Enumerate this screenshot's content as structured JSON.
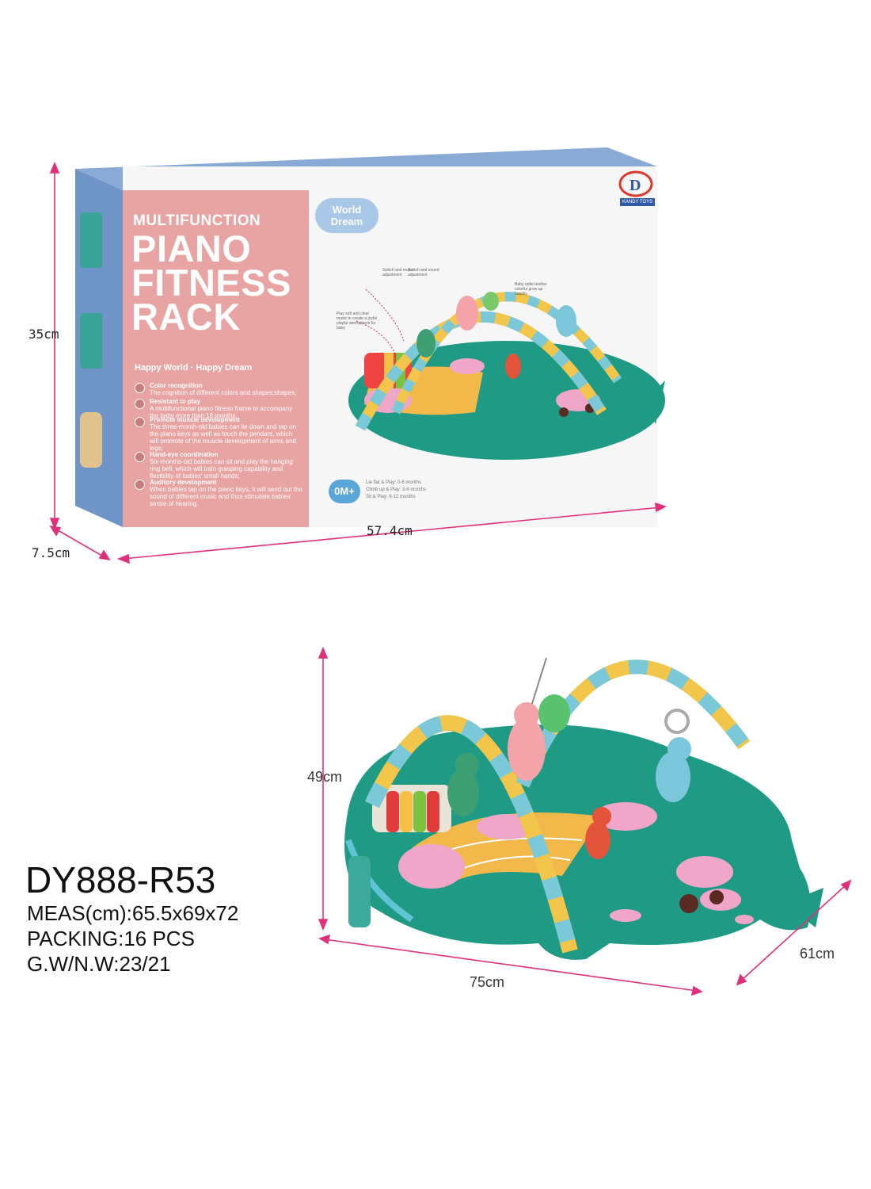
{
  "box": {
    "subtitle": "MULTIFUNCTION",
    "title_lines": [
      "PIANO",
      "FITNESS",
      "RACK"
    ],
    "badge": [
      "World",
      "Dream"
    ],
    "tagline": "Happy World · Happy Dream",
    "features": [
      {
        "title": "Color recognition",
        "desc": "The cognition of different colors and shapes;shapes;"
      },
      {
        "title": "Resistant to play",
        "desc": "A multifunctional piano fitness frame to accompany the baby more than 18 months;"
      },
      {
        "title": "Promote muscle development",
        "desc": "The three-month-old babies can lie down and tap on the piano keys as well as touch the pendant, which will promote of the muscle development of arms and legs;"
      },
      {
        "title": "Hand-eye coordination",
        "desc": "Six-months-old babies can sit and play the hanging ring bell, which will train grasping capability and flexibility of babies' small hands;"
      },
      {
        "title": "Auditory development",
        "desc": "When babies tap on the piano keys, it will send out the sound of different music and thus stimulate babies' sense of hearing."
      }
    ],
    "age_badge": "0M+",
    "age_stages": [
      "Lie flat & Play: 0-6 months",
      "Climb up & Play: 3-6 months",
      "Sit & Play: 6-12 months"
    ],
    "logo_text": "KANDY TOYS",
    "callouts": [
      "Switch and music adjustment",
      "Switch and sound adjustment",
      "Baby rattle teether colorful grow up happily",
      "Play soft and clear music to create a joyful playful atmosphere for baby"
    ]
  },
  "box_dimensions": {
    "height": "35cm",
    "depth": "7.5cm",
    "width": "57.4cm"
  },
  "product_dimensions": {
    "height": "49cm",
    "width": "75cm",
    "depth": "61cm"
  },
  "info": {
    "model": "DY888-R53",
    "meas": "MEAS(cm):65.5x69x72",
    "packing": "PACKING:16 PCS",
    "weight": "G.W/N.W:23/21"
  },
  "colors": {
    "dimension_line": "#e0307a",
    "box_pink": "#e8a3a3",
    "box_blue": "#6f95c8",
    "mat_green": "#1f9a85"
  }
}
